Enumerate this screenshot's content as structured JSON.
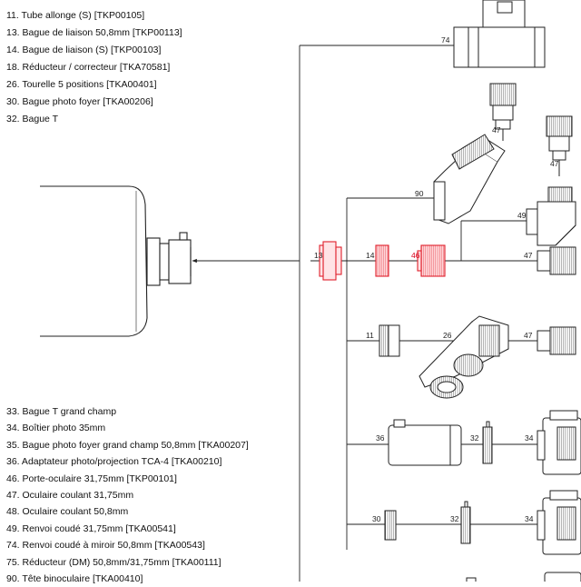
{
  "legend_top": [
    "11. Tube allonge (S) [TKP00105]",
    "13. Bague de liaison 50,8mm [TKP00113]",
    "14. Bague de liaison (S) [TKP00103]",
    "18. Réducteur / correcteur [TKA70581]",
    "26. Tourelle 5 positions [TKA00401]",
    "30. Bague photo foyer [TKA00206]",
    "32. Bague T"
  ],
  "legend_bottom": [
    "33. Bague T grand champ",
    "34. Boîtier photo 35mm",
    "35. Bague photo foyer grand champ 50,8mm [TKA00207]",
    "36. Adaptateur photo/projection TCA-4 [TKA00210]",
    "46. Porte-oculaire 31,75mm [TKP00101]",
    "47. Oculaire coulant 31,75mm",
    "48. Oculaire coulant 50,8mm",
    "49. Renvoi coudé 31,75mm [TKA00541]",
    "74. Renvoi coudé à miroir 50,8mm [TKA00543]",
    "75. Réducteur (DM) 50,8mm/31,75mm [TKA00111]",
    "90. Tête binoculaire [TKA00410]"
  ],
  "callouts": {
    "c74": "74",
    "c47a": "47",
    "c47b": "47",
    "c90": "90",
    "c49": "49",
    "c13": "13",
    "c14": "14",
    "c46": "46",
    "c47c": "47",
    "c11": "11",
    "c26": "26",
    "c47d": "47",
    "c36": "36",
    "c32a": "32",
    "c34a": "34",
    "c30": "30",
    "c32b": "32",
    "c34b": "34"
  },
  "colors": {
    "line": "#222222",
    "highlight": "#e0202c",
    "part_fill": "#ffffff"
  }
}
